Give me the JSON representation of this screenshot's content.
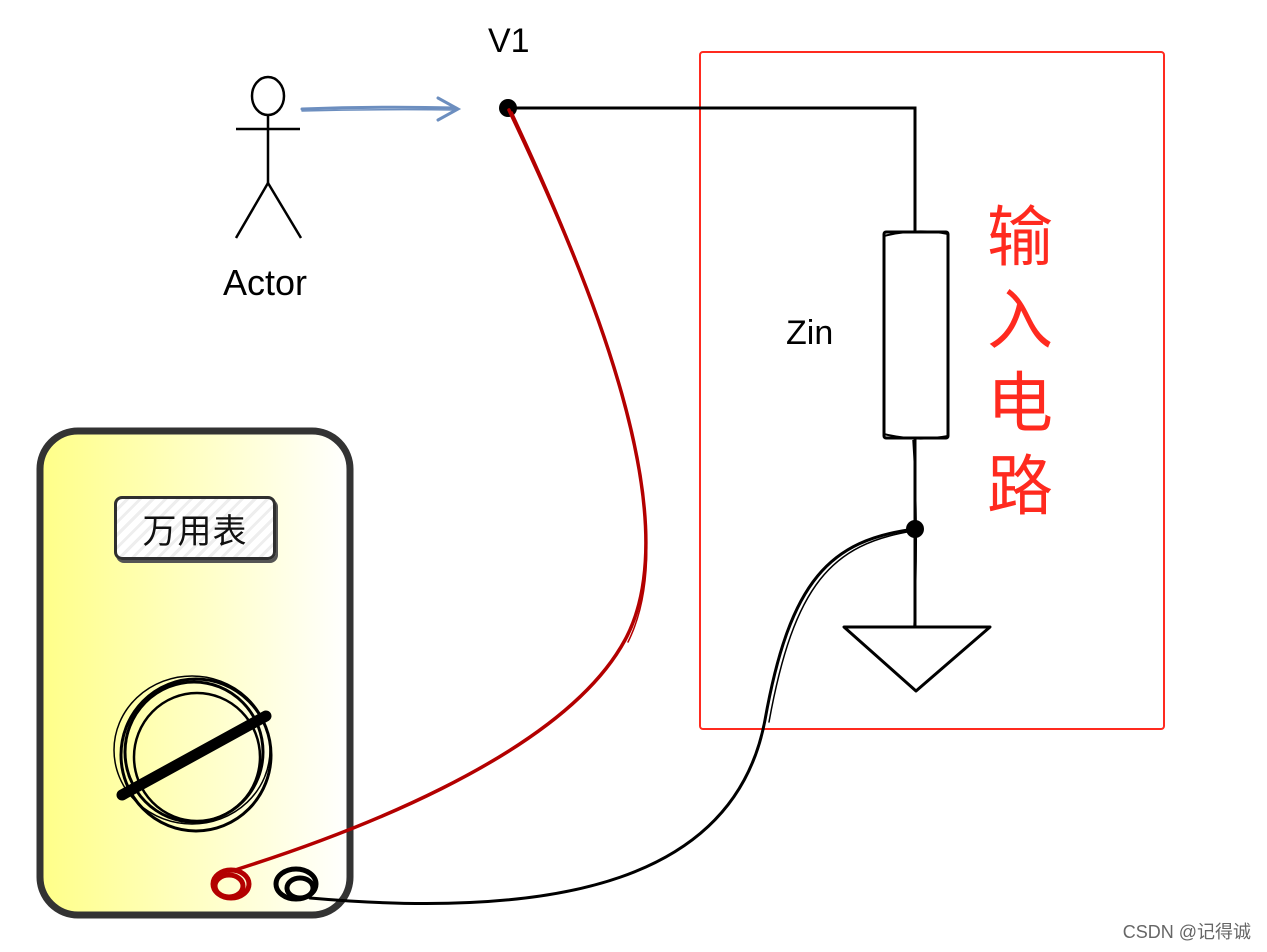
{
  "labels": {
    "actor": "Actor",
    "node": "V1",
    "resistor": "Zin",
    "circuit_title": "输入电路",
    "multimeter": "万用表"
  },
  "watermark": "CSDN @记得诚",
  "colors": {
    "circuit_box": "#ff2a1f",
    "probe_red": "#b30000",
    "probe_black": "#000000",
    "actor_arrow": "#6c8ebf",
    "meter_fill": "#ffff88"
  },
  "icons": [
    "actor-icon",
    "node-dot-icon",
    "resistor-icon",
    "ground-icon",
    "dial-icon",
    "probe-jack-icon"
  ]
}
